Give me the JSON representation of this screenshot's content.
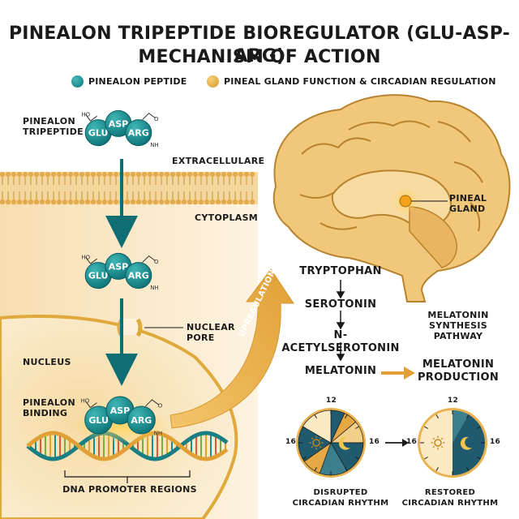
{
  "title": {
    "line1": "PINEALON TRIPEPTIDE BIOREGULATOR (GLU-ASP-ARG)",
    "line2": "MECHANISM OF ACTION"
  },
  "legend": [
    {
      "label": "PINEALON PEPTIDE",
      "color": "#1a8f93"
    },
    {
      "label": "PINEAL GLAND FUNCTION & CIRCADIAN REGULATION",
      "color": "#e0a93c"
    }
  ],
  "peptide": {
    "name": "PINEALON\nTRIPEPTIDE",
    "residues": [
      "GLU",
      "ASP",
      "ARG"
    ],
    "chem": {
      "ho": "HO",
      "o": "O",
      "nh": "NH"
    }
  },
  "cell": {
    "extracellular": "EXTRACELLULARE",
    "cytoplasm": "CYTOPLASM",
    "nuclear_pore": "NUCLEAR\nPORE",
    "nucleus": "NUCLEUS",
    "binding": "PINEALON\nBINDING",
    "dna": "DNA PROMOTER REGIONS",
    "upregulation": "UPREGULATION"
  },
  "brain": {
    "pineal_gland": "PINEAL\nGLAND"
  },
  "pathway": {
    "steps": [
      "TRYPTOPHAN",
      "SEROTONIN",
      "N-ACETYLSEROTONIN",
      "MELATONIN"
    ],
    "title": "MELATONIN\nSYNTHESIS\nPATHWAY",
    "production": "MELATONIN\nPRODUCTION"
  },
  "clocks": [
    {
      "label": "DISRUPTED\nCIRCADIAN RHYTHM",
      "top": "12",
      "left": "16",
      "right": "16"
    },
    {
      "label": "RESTORED\nCIRCADIAN RHYTHM",
      "top": "12",
      "left": "16",
      "right": "16"
    }
  ],
  "colors": {
    "teal": "#1a8f93",
    "teal_dark": "#0e6e73",
    "gold": "#e0a93c",
    "membrane": "#e7b45a",
    "cytoplasm": "#fbecd0",
    "brain": "#f1c77a",
    "clock_night": "#1f5a6e"
  }
}
